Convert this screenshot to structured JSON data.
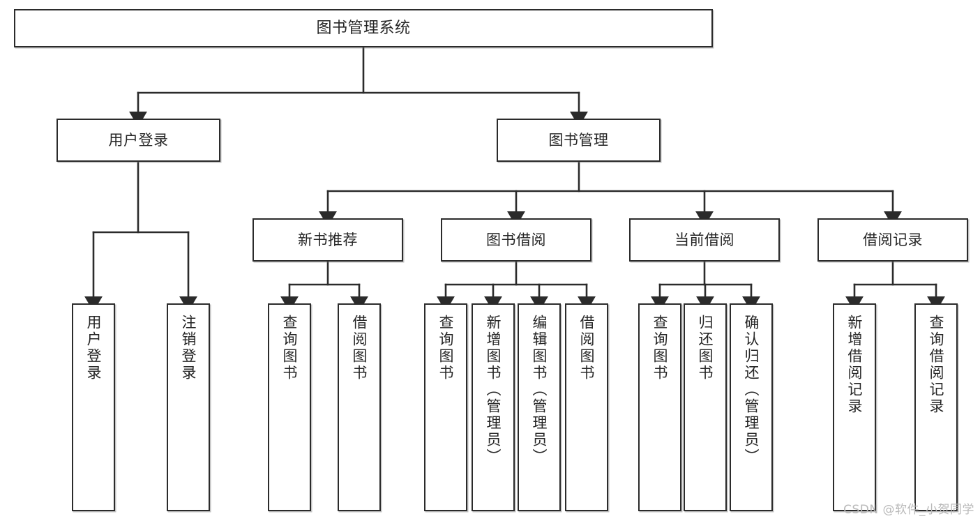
{
  "diagram": {
    "type": "tree",
    "title": "图书管理系统",
    "orientation": "top-down",
    "colors": {
      "box_border": "#2b2b2b",
      "box_fill": "#ffffff",
      "connector": "#2b2b2b",
      "text": "#262626",
      "watermark": "#b9b9b9"
    },
    "root": {
      "label": "图书管理系统",
      "text_direction": "horizontal"
    },
    "level2": [
      {
        "label": "用户登录",
        "text_direction": "horizontal"
      },
      {
        "label": "图书管理",
        "text_direction": "horizontal"
      }
    ],
    "level3": [
      {
        "label": "新书推荐",
        "text_direction": "horizontal"
      },
      {
        "label": "图书借阅",
        "text_direction": "horizontal"
      },
      {
        "label": "当前借阅",
        "text_direction": "horizontal"
      },
      {
        "label": "借阅记录",
        "text_direction": "horizontal"
      }
    ],
    "leaves": {
      "user_login": [
        {
          "label": "用户登录",
          "text_direction": "vertical"
        },
        {
          "label": "注销登录",
          "text_direction": "vertical"
        }
      ],
      "new_book_recommend": [
        {
          "label": "查询图书",
          "text_direction": "vertical"
        },
        {
          "label": "借阅图书",
          "text_direction": "vertical"
        }
      ],
      "book_borrow": [
        {
          "label": "查询图书",
          "text_direction": "vertical"
        },
        {
          "label": "新增图书（管理员）",
          "text_direction": "vertical"
        },
        {
          "label": "编辑图书（管理员）",
          "text_direction": "vertical"
        },
        {
          "label": "借阅图书",
          "text_direction": "vertical"
        }
      ],
      "current_borrow": [
        {
          "label": "查询图书",
          "text_direction": "vertical"
        },
        {
          "label": "归还图书",
          "text_direction": "vertical"
        },
        {
          "label": "确认归还（管理员）",
          "text_direction": "vertical"
        }
      ],
      "borrow_record": [
        {
          "label": "新增借阅记录",
          "text_direction": "vertical"
        },
        {
          "label": "查询借阅记录",
          "text_direction": "vertical"
        }
      ]
    }
  },
  "watermark": {
    "text": "CSDN @软件_小贺同学"
  }
}
